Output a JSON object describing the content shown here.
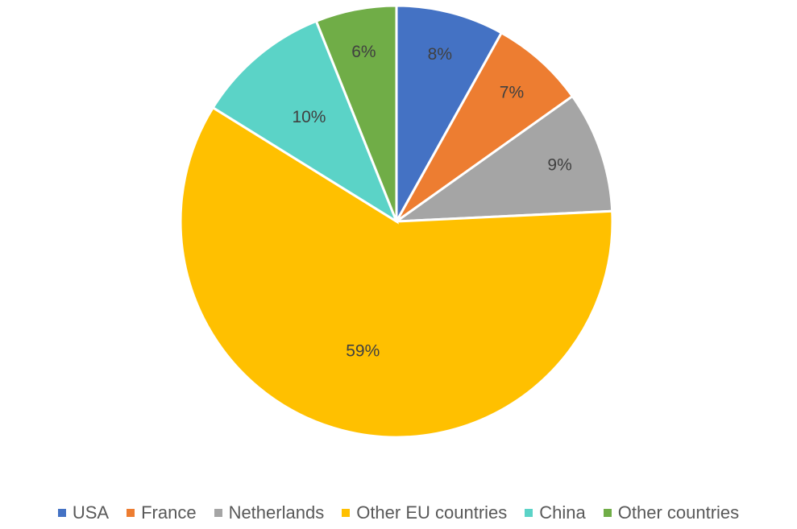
{
  "chart_data": {
    "type": "pie",
    "title": "",
    "categories": [
      "USA",
      "France",
      "Netherlands",
      "Other EU countries",
      "China",
      "Other countries"
    ],
    "values": [
      8,
      7,
      9,
      59,
      10,
      6
    ],
    "labels": [
      "8%",
      "7%",
      "9%",
      "59%",
      "10%",
      "6%"
    ],
    "colors": [
      "#4472C4",
      "#ED7D31",
      "#A5A5A5",
      "#FFC000",
      "#5BD3C7",
      "#70AD47"
    ],
    "legend_position": "bottom",
    "start": "12 o'clock, clockwise"
  }
}
